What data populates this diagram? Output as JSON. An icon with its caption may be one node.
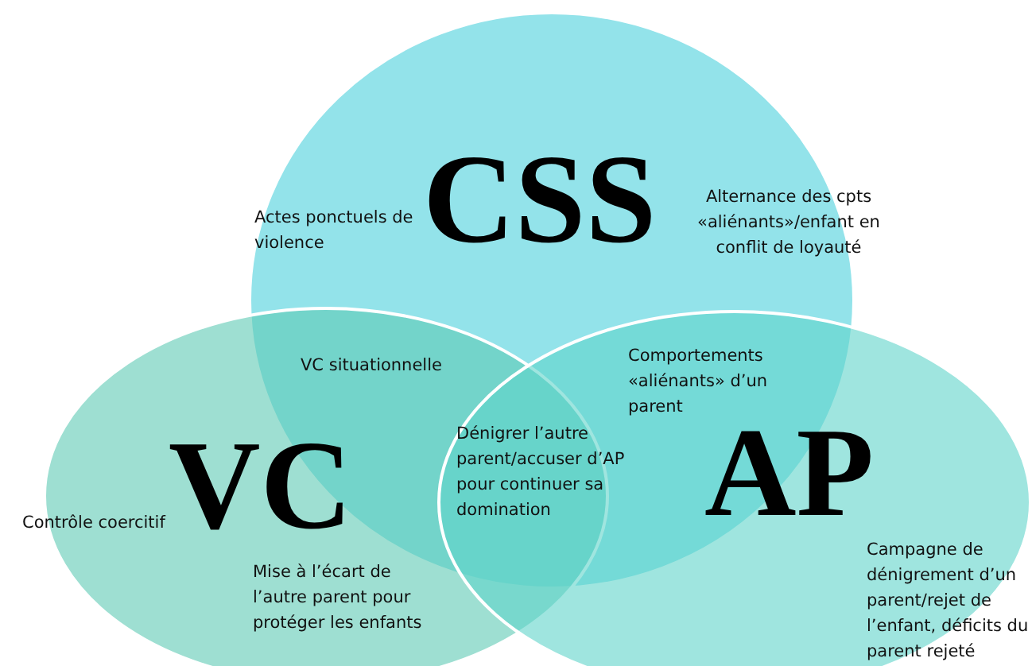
{
  "diagram": {
    "nodes": [
      {
        "text": [
          "Actes ponctuels de violence",
          "CSS",
          "Alternance des cpts «aliénants»/enfant en conflit de loyauté"
        ]
      },
      {
        "text": [
          "Contrôle coercitif",
          "VC",
          "Mise à l’écart de l’autre parent pour protéger les enfants"
        ]
      },
      {
        "text": [
          "AP",
          "Campagne de dénigrement d’un parent/rejet de l’enfant, déficits du parent rejeté"
        ]
      }
    ],
    "labels": [
      "VC situationnelle",
      "Comportements «aliénants» d’un parent",
      "Dénigrer l’autre parent/accuser d’AP pour continuer sa domination"
    ]
  }
}
